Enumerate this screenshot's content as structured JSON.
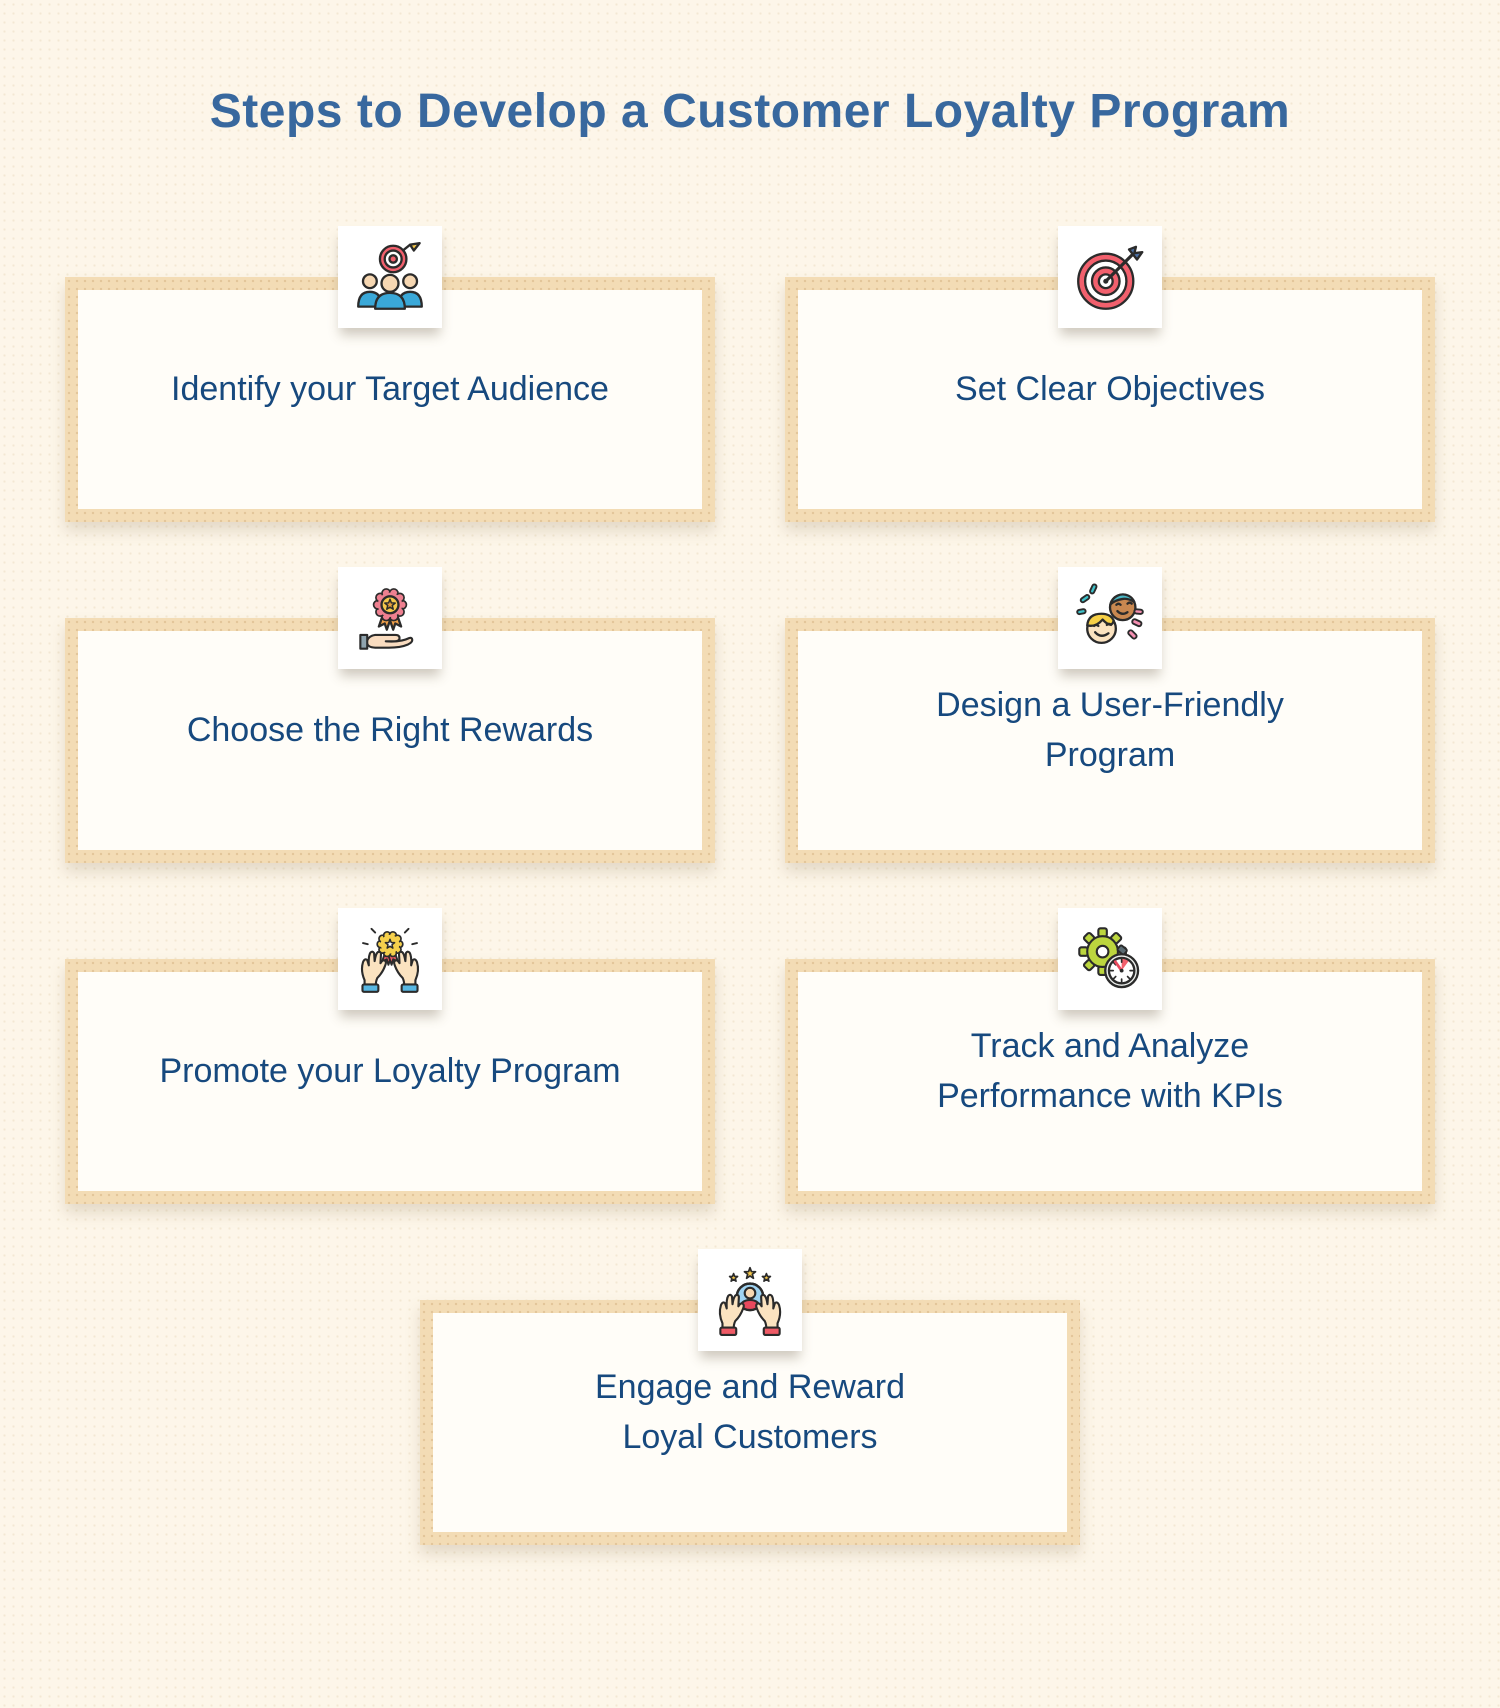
{
  "infographic": {
    "title": "Steps to Develop a Customer Loyalty Program",
    "steps": [
      {
        "label": "Identify your Target Audience",
        "icon": "audience-target-icon"
      },
      {
        "label": "Set Clear Objectives",
        "icon": "bullseye-dart-icon"
      },
      {
        "label": "Choose the Right Rewards",
        "icon": "medal-in-hand-icon"
      },
      {
        "label": "Design a User-Friendly Program",
        "icon": "happy-customers-icon"
      },
      {
        "label": "Promote your Loyalty Program",
        "icon": "hands-presenting-award-icon"
      },
      {
        "label": "Track and Analyze Performance with KPIs",
        "icon": "gear-stopwatch-icon"
      },
      {
        "label": "Engage and Reward Loyal Customers",
        "icon": "hands-holding-customer-icon"
      }
    ]
  },
  "colors": {
    "background": "#fdf6e9",
    "card_frame": "#f3dcb5",
    "card_fill": "#fffdf8",
    "title_text": "#38689e",
    "card_text": "#17497e",
    "accent_red": "#f2606d",
    "accent_blue": "#3aa8d8",
    "accent_gold": "#f5c84c",
    "accent_green": "#bcd63e",
    "accent_teal": "#3fc1c9",
    "accent_pink": "#f48fb1"
  }
}
